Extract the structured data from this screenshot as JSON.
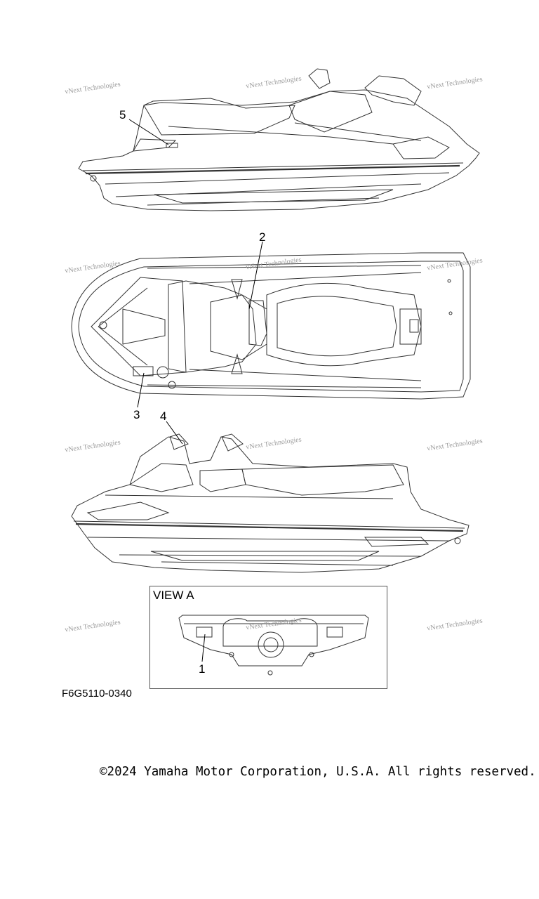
{
  "watermark_text": "vNext Technologies",
  "callouts": {
    "c1": "1",
    "c2": "2",
    "c3": "3",
    "c4": "4",
    "c5": "5"
  },
  "view_a": {
    "label": "VIEW A"
  },
  "figure_code": "F6G5110-0340",
  "copyright": "©2024 Yamaha Motor Corporation, U.S.A. All rights reserved."
}
